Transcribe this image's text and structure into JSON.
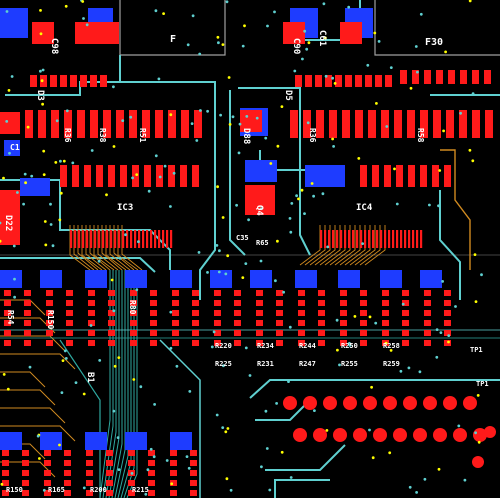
{
  "board": {
    "background": "#000000",
    "colors": {
      "top_copper": "#ff1a1a",
      "bottom_copper": "#1e3cff",
      "trace_cyan": "#5fd0d0",
      "trace_orange": "#d08a20",
      "trace_teal": "#2fa8a0",
      "via": "#ffff00",
      "silkscreen": "#ffffff",
      "outline": "#a0a0a0"
    },
    "regions": {
      "top_left_block": "F",
      "top_right_block": "F30"
    },
    "designators": {
      "caps_top": [
        "C98",
        "C90",
        "C61"
      ],
      "diodes": [
        "D3",
        "D5",
        "D22",
        "D88"
      ],
      "ics": [
        "IC3",
        "IC4"
      ],
      "q": "Q4",
      "r_row_left": [
        "R51",
        "R38",
        "R36"
      ],
      "r_row_right": [
        "R58",
        "R36"
      ],
      "mid_small": [
        "C1",
        "C35",
        "R65"
      ],
      "bank_row": [
        "R220",
        "R234",
        "R244",
        "R250",
        "R258"
      ],
      "bank_row2": [
        "R225",
        "R231",
        "R247",
        "R255",
        "R259"
      ],
      "lower_left": [
        "R54",
        "R150",
        "B1",
        "R80"
      ],
      "bottom_row": [
        "R150",
        "R165",
        "R200",
        "R215"
      ],
      "edge": [
        "TP1",
        "TP1"
      ]
    }
  }
}
